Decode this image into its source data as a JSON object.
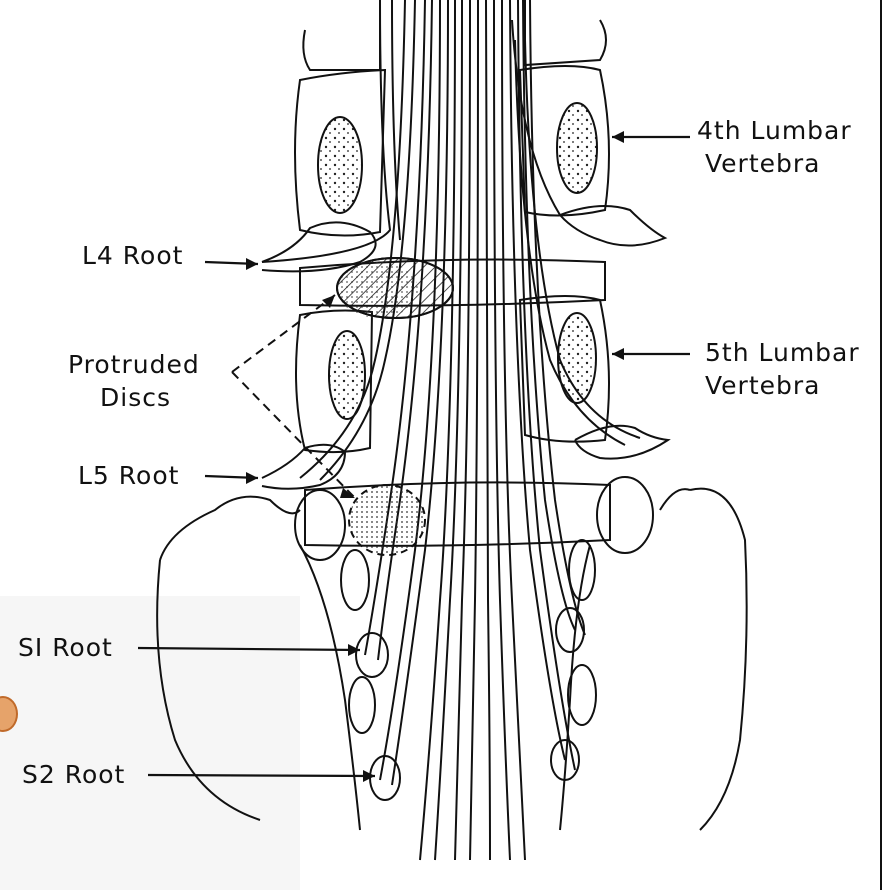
{
  "labels": {
    "l4_vertebra": "4th  Lumbar",
    "l4_vertebra_sub": "Vertebra",
    "l4_root": "L4  Root",
    "protruded": "Protruded",
    "discs": "Discs",
    "l5_vertebra": "5th  Lumbar",
    "l5_vertebra_sub": "Vertebra",
    "l5_root": "L5  Root",
    "s1_root": "SI  Root",
    "s2_root": "S2  Root"
  },
  "colors": {
    "ink": "#111111",
    "paper": "#ffffff",
    "stain": "#e6a36a"
  }
}
